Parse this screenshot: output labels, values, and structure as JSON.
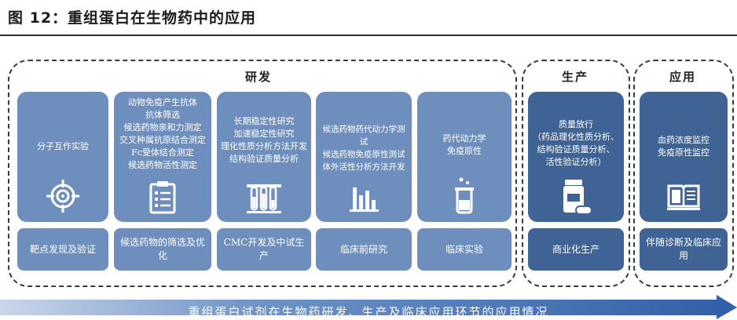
{
  "title": "图 12：重组蛋白在生物药中的应用",
  "groups": {
    "research": "研发",
    "production": "生产",
    "application": "应用"
  },
  "columns": [
    {
      "top_lines": [
        "分子互作实验"
      ],
      "icon": "target-icon",
      "bottom": "靶点发现及验证"
    },
    {
      "top_lines": [
        "动物免疫产生抗体",
        "抗体筛选",
        "候选药物亲和力测定",
        "交叉种属抗原结合测定",
        "Fc受体结合测定",
        "候选药物活性测定"
      ],
      "icon": "checklist-icon",
      "bottom": "候选药物的筛选及优化"
    },
    {
      "top_lines": [
        "长期稳定性研究",
        "加速稳定性研究",
        "理化性质分析方法开发",
        "结构验证质量分析"
      ],
      "icon": "test-tubes-icon",
      "bottom": "CMC开发及中试生产"
    },
    {
      "top_lines": [
        "候选药物药代动力学测试",
        "候选药物免疫原性测试",
        "体外活性分析方法开发"
      ],
      "icon": "bar-chart-icon",
      "bottom": "临床前研究"
    },
    {
      "top_lines": [
        "药代动力学",
        "免疫原性"
      ],
      "icon": "beaker-icon",
      "bottom": "临床实验"
    },
    {
      "top_lines": [
        "质量放行",
        "（药品理化性质分析、",
        "结构验证质量分析、",
        "活性验证分析）"
      ],
      "icon": "pill-bottle-icon",
      "bottom": "商业化生产"
    },
    {
      "top_lines": [
        "血药浓度监控",
        "免疫原性监控"
      ],
      "icon": "book-icon",
      "bottom": "伴随诊断及临床应用"
    }
  ],
  "footer": "重组蛋白试剂在生物药研发、生产及临床应用环节的应用情况",
  "colors": {
    "light_card": "#6e8fbe",
    "dark_card": "#3e6394",
    "arrow": "#2f5fa8"
  }
}
